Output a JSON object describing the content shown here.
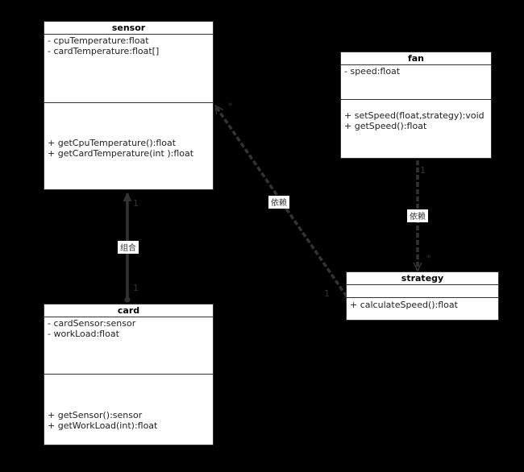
{
  "classes": {
    "sensor": {
      "name": "sensor",
      "attributes": [
        "- cpuTemperature:float",
        "- cardTemperature:float[]"
      ],
      "operations": [
        "+ getCpuTemperature():float",
        "+ getCardTemperature(int ):float"
      ]
    },
    "fan": {
      "name": "fan",
      "attributes": [
        "- speed:float"
      ],
      "operations": [
        "+ setSpeed(float,strategy):void",
        "+ getSpeed():float"
      ]
    },
    "strategy": {
      "name": "strategy",
      "attributes": [],
      "operations": [
        "+ calculateSpeed():float"
      ]
    },
    "card": {
      "name": "card",
      "attributes": [
        "- cardSensor:sensor",
        "- workLoad:float"
      ],
      "operations": [
        "+ getSensor():sensor",
        "+ getWorkLoad(int):float"
      ]
    }
  },
  "relations": {
    "card_sensor": {
      "label": "组合",
      "mult_sensor": "1",
      "mult_card": "1"
    },
    "strategy_sensor": {
      "label": "依赖",
      "mult_sensor": "*",
      "mult_strategy": "1"
    },
    "fan_strategy": {
      "label": "依赖",
      "mult_fan": "1",
      "mult_strategy": "*"
    }
  },
  "colors": {
    "background": "#000000",
    "line": "#333333",
    "box": "#ffffff"
  }
}
